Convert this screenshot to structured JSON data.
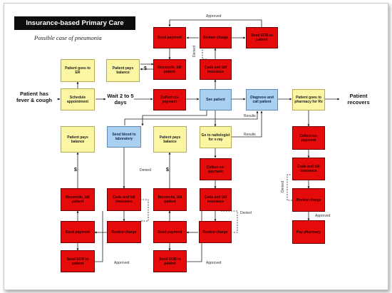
{
  "title": "Insurance-based Primary Care",
  "subtitle": "Possible case of pneumonia",
  "start_label": "Patient has fever & cough",
  "wait_label": "Wait 2 to 5 days",
  "end_label": "Patient recovers",
  "boxes": {
    "schedule": "Schedule appointment",
    "goes_er": "Patient goes to ER",
    "pays_top": "Patient pays balance",
    "reconcile_top": "Reconcile, bill patient",
    "send_payment_top": "Send payment",
    "review_top": "Review charge",
    "send_eob_top": "Send EOB to patient",
    "code_bill_top": "Code and bill insurance",
    "collect_mid": "Collect co-payment",
    "see_patient": "See patient",
    "diagnose": "Diagnose and call patient",
    "pharmacy_goes": "Patient goes to pharmacy for Rx",
    "pays_left": "Patient pays balance",
    "blood_lab": "Send blood to laboratory",
    "pays_mid": "Patient pays balance",
    "radiologist": "Go to radiologist for x-ray",
    "collect_rad": "Collect co-payment",
    "code_bill_rad": "Code and bill insurance",
    "review_rad": "Review charge",
    "reconcile_left": "Reconcile, bill patient",
    "send_payment_left": "Send payment",
    "send_eob_left": "Send EOB to patient",
    "code_bill_lab": "Code and bill insurance",
    "review_lab": "Review charge",
    "reconcile_mid": "Reconcile, bill patient",
    "send_payment_mid": "Send payment",
    "send_eob_mid": "Send EOB to patient",
    "collect_pharm": "Collect co-payment",
    "code_bill_pharm": "Code and bill insurance",
    "review_pharm": "Review charge",
    "pay_pharmacy": "Pay pharmacy"
  },
  "labels": {
    "approved": "Approved",
    "denied": "Denied",
    "results": "Results",
    "dollar": "$"
  }
}
